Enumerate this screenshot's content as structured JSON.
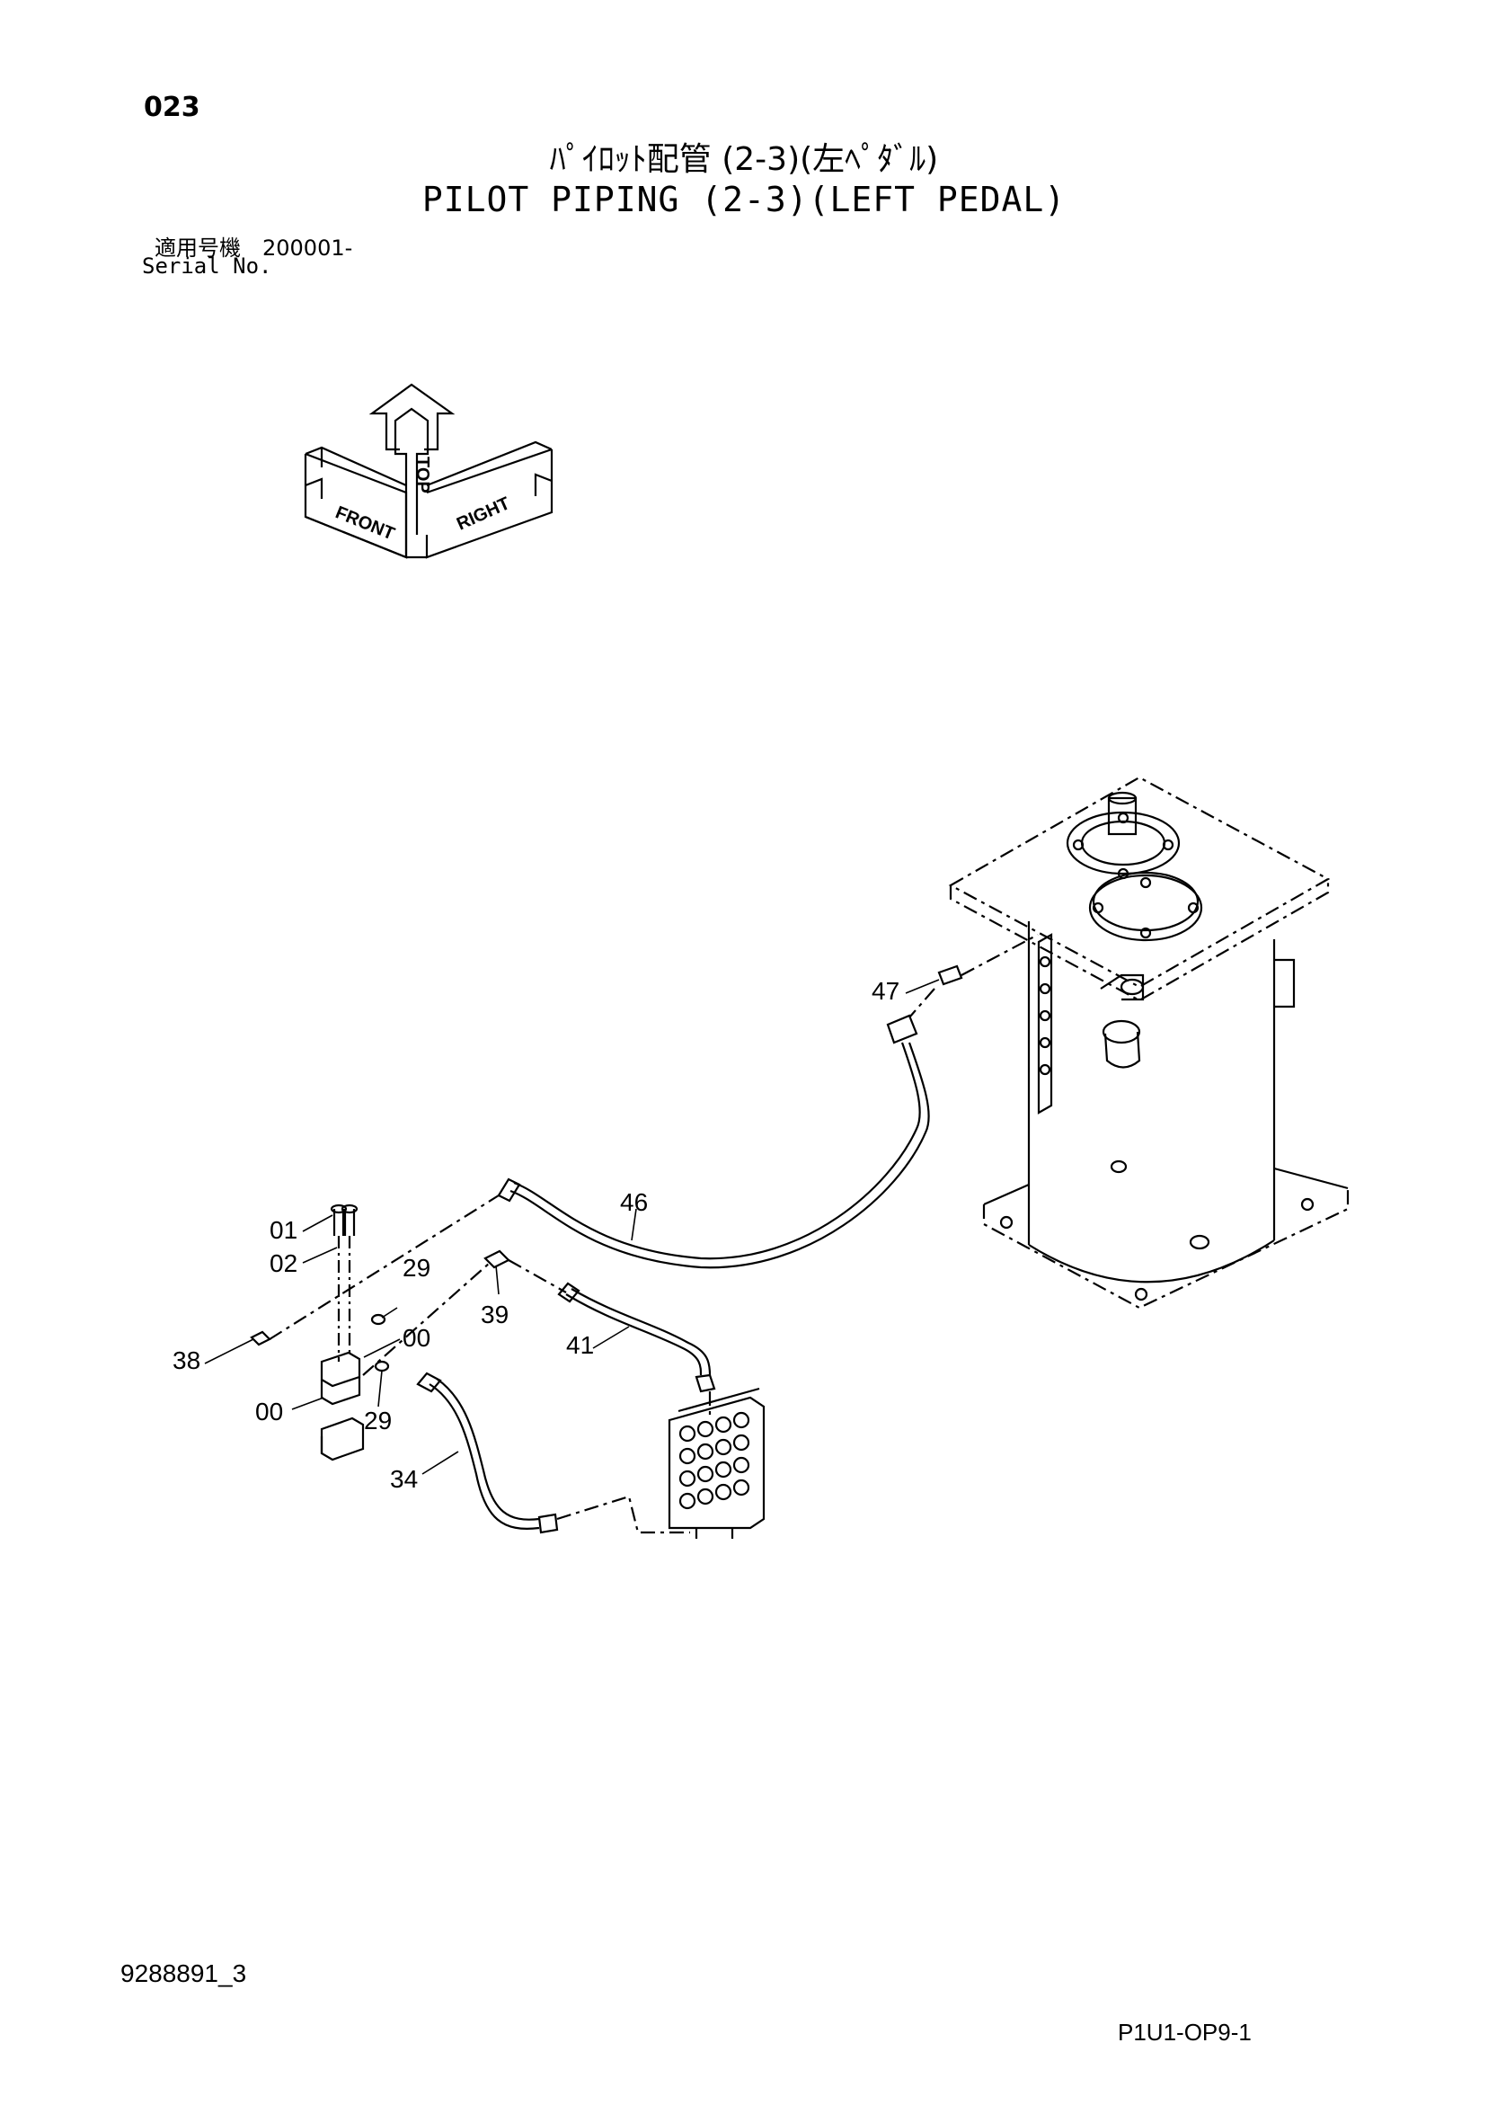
{
  "header": {
    "page_number": "023",
    "title_jp": "ﾊﾟｲﾛｯﾄ配管 (2-3)(左ﾍﾟﾀﾞﾙ)",
    "title_en": "PILOT PIPING (2-3)(LEFT PEDAL)",
    "serial_label_jp": "適用号機　200001-",
    "serial_label_en": "Serial No."
  },
  "orientation_symbol": {
    "labels": [
      "FRONT",
      "TOP",
      "RIGHT"
    ]
  },
  "callouts": [
    "01",
    "02",
    "29",
    "00",
    "38",
    "00",
    "29",
    "39",
    "41",
    "46",
    "47",
    "34"
  ],
  "footer": {
    "drawing_number": "9288891_3",
    "sheet_code": "P1U1-OP9-1"
  }
}
